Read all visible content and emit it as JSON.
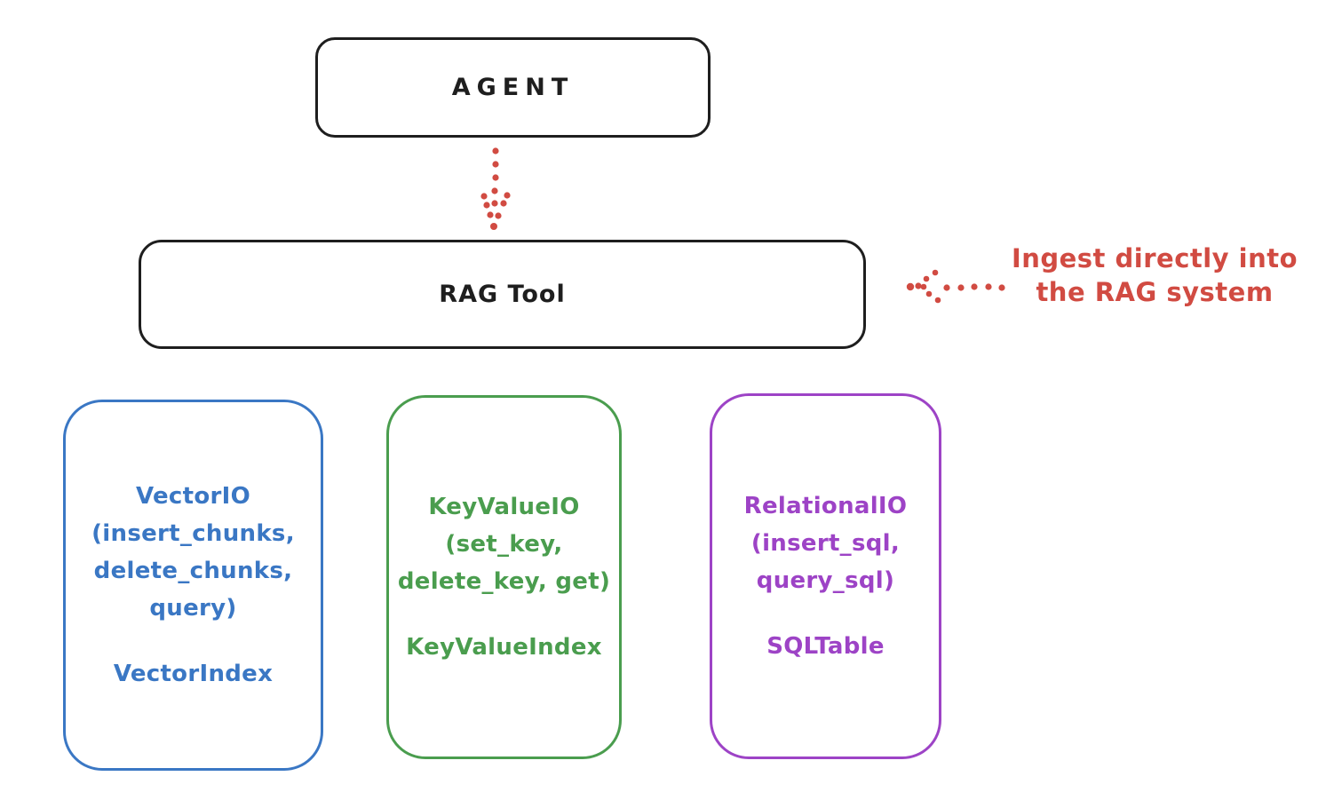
{
  "diagram": {
    "agent": {
      "label": "AGENT"
    },
    "rag_tool": {
      "label": "RAG Tool"
    },
    "annotation": {
      "lines": [
        "Ingest directly into",
        "the RAG system"
      ],
      "color": "#d14b42"
    },
    "cards": [
      {
        "id": "vector-io",
        "color": "#3a77c4",
        "lines": [
          "VectorIO",
          "(insert_chunks,",
          "delete_chunks,",
          "query)"
        ],
        "index_label": "VectorIndex"
      },
      {
        "id": "key-value-io",
        "color": "#4a9d4e",
        "lines": [
          "KeyValueIO",
          "(set_key,",
          "delete_key, get)"
        ],
        "index_label": "KeyValueIndex"
      },
      {
        "id": "relational-io",
        "color": "#9d43c6",
        "lines": [
          "RelationalIO",
          "(insert_sql,",
          "query_sql)"
        ],
        "index_label": "SQLTable"
      }
    ]
  },
  "colors": {
    "ink": "#1e1e1e",
    "red": "#d14b42",
    "blue": "#3a77c4",
    "green": "#4a9d4e",
    "purple": "#9d43c6"
  }
}
